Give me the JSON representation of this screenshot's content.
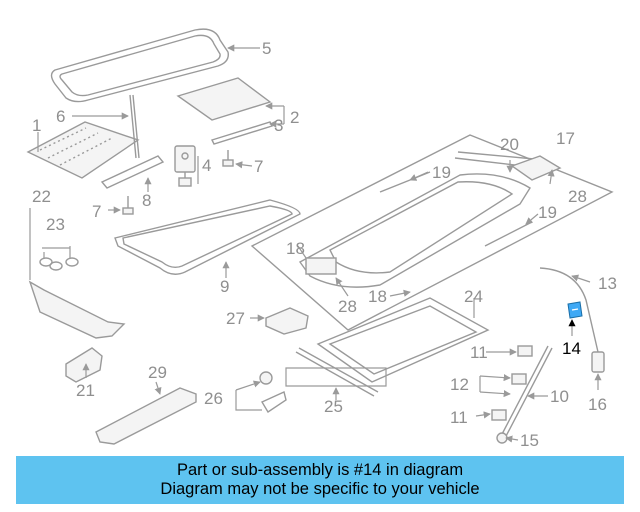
{
  "diagram": {
    "callouts": [
      "1",
      "2",
      "3",
      "4",
      "5",
      "6",
      "7",
      "7",
      "8",
      "9",
      "10",
      "11",
      "11",
      "12",
      "13",
      "14",
      "15",
      "16",
      "17",
      "18",
      "18",
      "19",
      "19",
      "20",
      "21",
      "22",
      "23",
      "24",
      "25",
      "26",
      "27",
      "28",
      "28",
      "29"
    ],
    "highlighted_part": "14",
    "highlight_color": "#3fa9f5"
  },
  "banner": {
    "line1": "Part or sub-assembly is #14 in diagram",
    "line2": "Diagram may not be specific to your vehicle",
    "background": "#5ec3f0"
  }
}
